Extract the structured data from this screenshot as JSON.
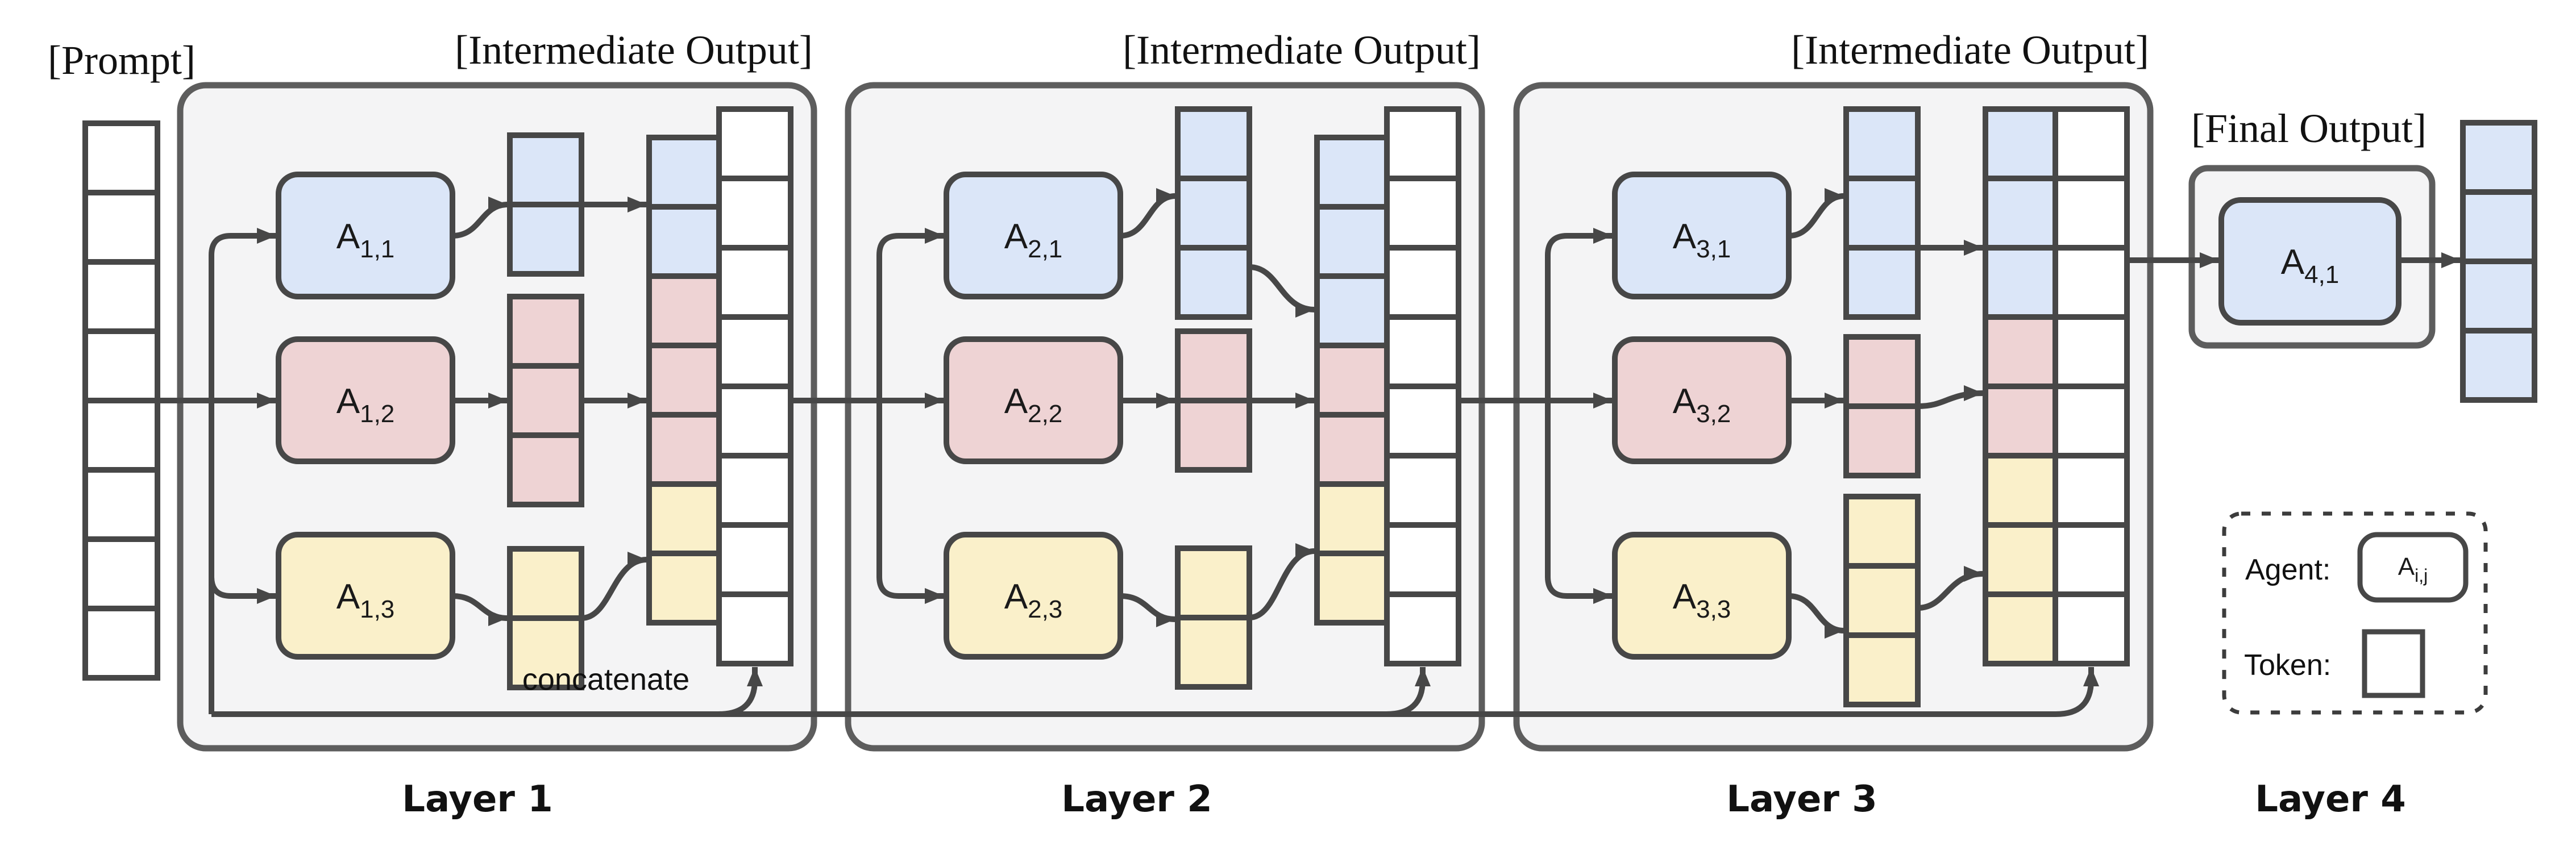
{
  "labels": {
    "prompt": "[Prompt]",
    "final_output": "[Final Output]",
    "concatenate": "concatenate"
  },
  "colors": {
    "blue": "#dbe6f8",
    "pink": "#eed3d4",
    "yellow": "#faf0ca",
    "white": "#ffffff",
    "line": "#474747",
    "box_fill": "#f4f4f5",
    "box_border": "#5d5d5d"
  },
  "prompt_column": {
    "cells": [
      "white",
      "white",
      "white",
      "white",
      "white",
      "white",
      "white",
      "white"
    ]
  },
  "layers": [
    {
      "label": "Layer 1",
      "intermediate_label": "[Intermediate Output]",
      "agents": [
        {
          "main": "A",
          "sub": "1,1",
          "color": "blue"
        },
        {
          "main": "A",
          "sub": "1,2",
          "color": "pink"
        },
        {
          "main": "A",
          "sub": "1,3",
          "color": "yellow"
        }
      ],
      "agent_output_columns": [
        [
          "blue",
          "blue"
        ],
        [
          "pink",
          "pink",
          "pink"
        ],
        [
          "yellow",
          "yellow"
        ]
      ],
      "concat_column": [
        "blue",
        "blue",
        "pink",
        "pink",
        "pink",
        "yellow",
        "yellow"
      ],
      "output_column": [
        "white",
        "white",
        "white",
        "white",
        "white",
        "white",
        "white",
        "white"
      ]
    },
    {
      "label": "Layer 2",
      "intermediate_label": "[Intermediate Output]",
      "agents": [
        {
          "main": "A",
          "sub": "2,1",
          "color": "blue"
        },
        {
          "main": "A",
          "sub": "2,2",
          "color": "pink"
        },
        {
          "main": "A",
          "sub": "2,3",
          "color": "yellow"
        }
      ],
      "agent_output_columns": [
        [
          "blue",
          "blue",
          "blue"
        ],
        [
          "pink",
          "pink"
        ],
        [
          "yellow",
          "yellow"
        ]
      ],
      "concat_column": [
        "blue",
        "blue",
        "blue",
        "pink",
        "pink",
        "yellow",
        "yellow"
      ],
      "output_column": [
        "white",
        "white",
        "white",
        "white",
        "white",
        "white",
        "white",
        "white"
      ]
    },
    {
      "label": "Layer 3",
      "intermediate_label": "[Intermediate Output]",
      "agents": [
        {
          "main": "A",
          "sub": "3,1",
          "color": "blue"
        },
        {
          "main": "A",
          "sub": "3,2",
          "color": "pink"
        },
        {
          "main": "A",
          "sub": "3,3",
          "color": "yellow"
        }
      ],
      "agent_output_columns": [
        [
          "blue",
          "blue",
          "blue"
        ],
        [
          "pink",
          "pink"
        ],
        [
          "yellow",
          "yellow",
          "yellow"
        ]
      ],
      "concat_column": [
        "blue",
        "blue",
        "blue",
        "pink",
        "pink",
        "yellow",
        "yellow",
        "yellow"
      ],
      "output_column": [
        "white",
        "white",
        "white",
        "white",
        "white",
        "white",
        "white",
        "white"
      ]
    }
  ],
  "final_layer": {
    "label": "Layer 4",
    "agent": {
      "main": "A",
      "sub": "4,1",
      "color": "blue"
    },
    "output_column": [
      "blue",
      "blue",
      "blue",
      "blue"
    ]
  },
  "legend": {
    "agent_label": "Agent:",
    "agent_symbol": {
      "main": "A",
      "sub": "i,j"
    },
    "token_label": "Token:"
  }
}
